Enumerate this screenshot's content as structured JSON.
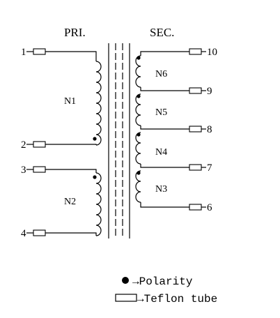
{
  "header": {
    "primary": "PRI.",
    "secondary": "SEC."
  },
  "pins": {
    "p1": "1",
    "p2": "2",
    "p3": "3",
    "p4": "4",
    "p6": "6",
    "p7": "7",
    "p8": "8",
    "p9": "9",
    "p10": "10"
  },
  "windings": {
    "n1": "N1",
    "n2": "N2",
    "n3": "N3",
    "n4": "N4",
    "n5": "N5",
    "n6": "N6"
  },
  "legend": {
    "polarity": "→Polarity",
    "tube": "→Teflon tube"
  }
}
